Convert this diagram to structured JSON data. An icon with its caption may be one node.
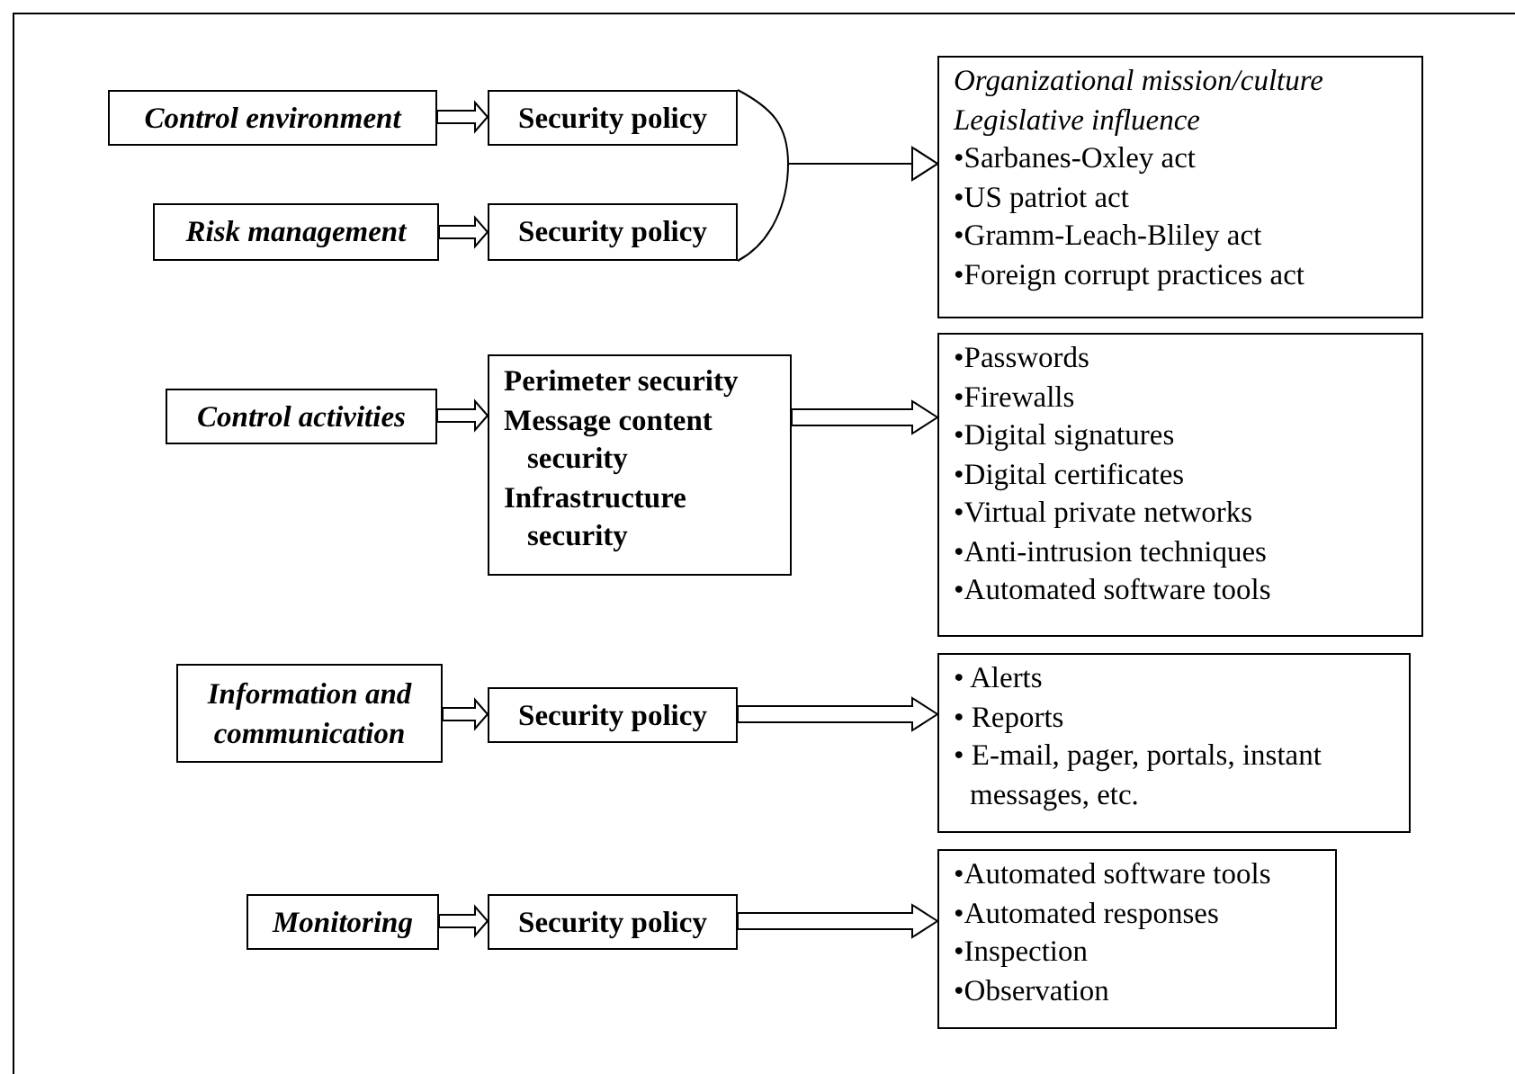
{
  "diagram": {
    "nodes": [
      {
        "text": [
          "Control environment"
        ]
      },
      {
        "text": [
          "Security policy"
        ]
      },
      {
        "text": [
          "Risk management"
        ]
      },
      {
        "text": [
          "Security policy"
        ]
      },
      {
        "text": [
          "Organizational mission/culture",
          "Legislative influence",
          "•Sarbanes-Oxley act",
          "•US patriot act",
          "•Gramm-Leach-Bliley act",
          "•Foreign corrupt practices act"
        ]
      },
      {
        "text": [
          "Control activities"
        ]
      },
      {
        "text": [
          "Perimeter security",
          "Message content security",
          "Infrastructure security"
        ]
      },
      {
        "text": [
          "•Passwords",
          "•Firewalls",
          "•Digital signatures",
          "•Digital certificates",
          "•Virtual private networks",
          "•Anti-intrusion techniques",
          "•Automated software tools"
        ]
      },
      {
        "text": [
          "Information and communication"
        ]
      },
      {
        "text": [
          "Security policy"
        ]
      },
      {
        "text": [
          "• Alerts",
          "• Reports",
          "• E-mail, pager, portals, instant messages, etc."
        ]
      },
      {
        "text": [
          "Monitoring"
        ]
      },
      {
        "text": [
          "Security policy"
        ]
      },
      {
        "text": [
          "•Automated software tools",
          "•Automated responses",
          "•Inspection",
          "•Observation"
        ]
      }
    ],
    "edges": [
      {
        "from": 0,
        "to": 1,
        "arrow": "to"
      },
      {
        "from": 2,
        "to": 3,
        "arrow": "to"
      },
      {
        "from": 1,
        "to": 4,
        "arrow": "to"
      },
      {
        "from": 3,
        "to": 4,
        "arrow": "to"
      },
      {
        "from": 5,
        "to": 6,
        "arrow": "to"
      },
      {
        "from": 6,
        "to": 7,
        "arrow": "to"
      },
      {
        "from": 8,
        "to": 9,
        "arrow": "to"
      },
      {
        "from": 9,
        "to": 10,
        "arrow": "to"
      },
      {
        "from": 11,
        "to": 12,
        "arrow": "to"
      },
      {
        "from": 12,
        "to": 13,
        "arrow": "to"
      }
    ]
  }
}
